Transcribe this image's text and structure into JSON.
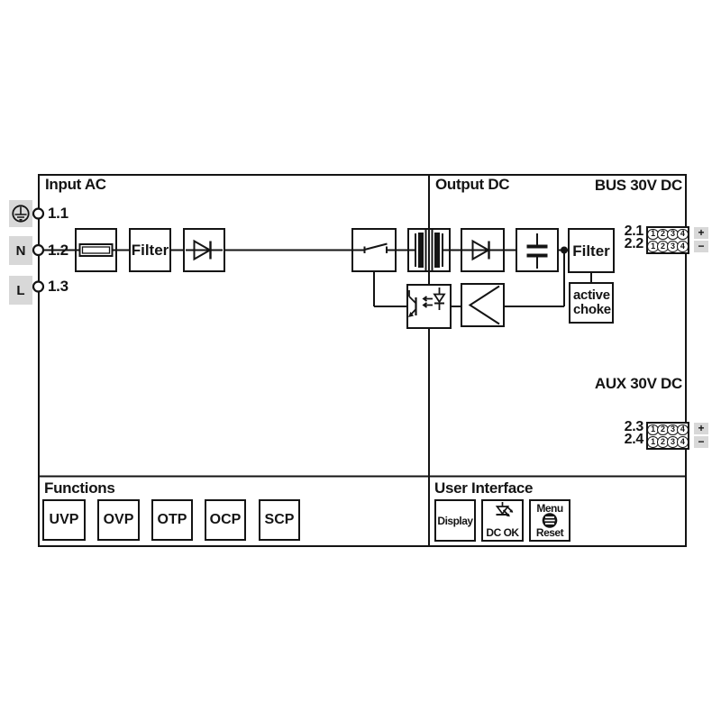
{
  "sections": {
    "input_ac": "Input AC",
    "output_dc": "Output DC",
    "bus_title": "BUS 30V DC",
    "aux_title": "AUX 30V DC"
  },
  "input": {
    "terminals": [
      {
        "marker_icon": "protective-earth",
        "number": "1.1"
      },
      {
        "marker": "N",
        "number": "1.2"
      },
      {
        "marker": "L",
        "number": "1.3"
      }
    ],
    "filter_label": "Filter",
    "component_icons": [
      "fuse",
      "rectifier-diode"
    ]
  },
  "converter": {
    "component_icons": [
      "switch",
      "transformer",
      "diode",
      "capacitor",
      "optocoupler",
      "error-amplifier"
    ]
  },
  "output": {
    "filter_label": "Filter",
    "choke_line1": "active",
    "choke_line2": "choke"
  },
  "bus": [
    {
      "number": "2.1",
      "contacts": [
        "1",
        "2",
        "3",
        "4"
      ],
      "polarity": "+"
    },
    {
      "number": "2.2",
      "contacts": [
        "1",
        "2",
        "3",
        "4"
      ],
      "polarity": "−"
    }
  ],
  "aux": [
    {
      "number": "2.3",
      "contacts": [
        "1",
        "2",
        "3",
        "4"
      ],
      "polarity": "+"
    },
    {
      "number": "2.4",
      "contacts": [
        "1",
        "2",
        "3",
        "4"
      ],
      "polarity": "−"
    }
  ],
  "functions": {
    "title": "Functions",
    "items": [
      "UVP",
      "OVP",
      "OTP",
      "OCP",
      "SCP"
    ]
  },
  "ui": {
    "title": "User Interface",
    "display": "Display",
    "dc_ok": "DC OK",
    "menu": "Menu",
    "reset": "Reset",
    "icons": [
      "led",
      "push-button"
    ]
  },
  "colors": {
    "line": "#141414",
    "badge_gray": "#d8d8d8",
    "background": "#ffffff"
  }
}
